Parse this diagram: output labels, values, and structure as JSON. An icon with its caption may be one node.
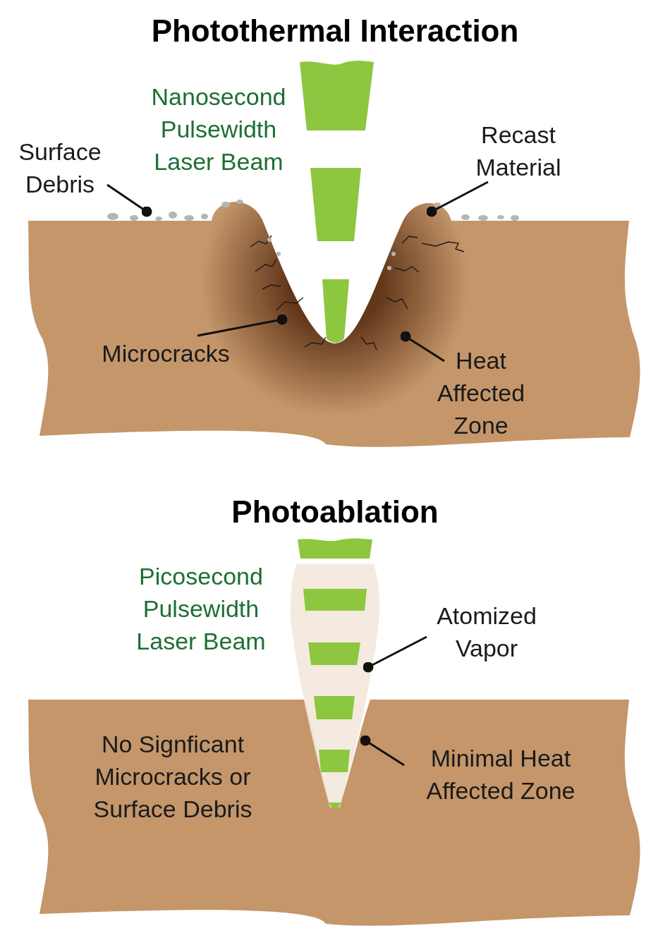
{
  "diagram": {
    "nodes": [
      {
        "text": [
          "Surface Debris"
        ]
      },
      {
        "text": [
          "Recast Material"
        ]
      },
      {
        "text": [
          "Microcracks"
        ]
      },
      {
        "text": [
          "Heat Affected Zone"
        ]
      },
      {
        "text": [
          "Atomized Vapor"
        ]
      },
      {
        "text": [
          "Minimal Heat Affected Zone"
        ]
      }
    ],
    "edges": [
      {
        "from": 0,
        "to": null,
        "arrow": "other"
      },
      {
        "from": 1,
        "to": null,
        "arrow": "other"
      },
      {
        "from": 2,
        "to": null,
        "arrow": "other"
      },
      {
        "from": 3,
        "to": null,
        "arrow": "other"
      },
      {
        "from": 4,
        "to": null,
        "arrow": "other"
      },
      {
        "from": 5,
        "to": null,
        "arrow": "other"
      }
    ],
    "labels": [
      "Photothermal Interaction",
      "Nanosecond Pulsewidth Laser Beam",
      "Photoablation",
      "Picosecond Pulsewidth Laser Beam",
      "No Signficant Microcracks or Surface Debris"
    ]
  }
}
